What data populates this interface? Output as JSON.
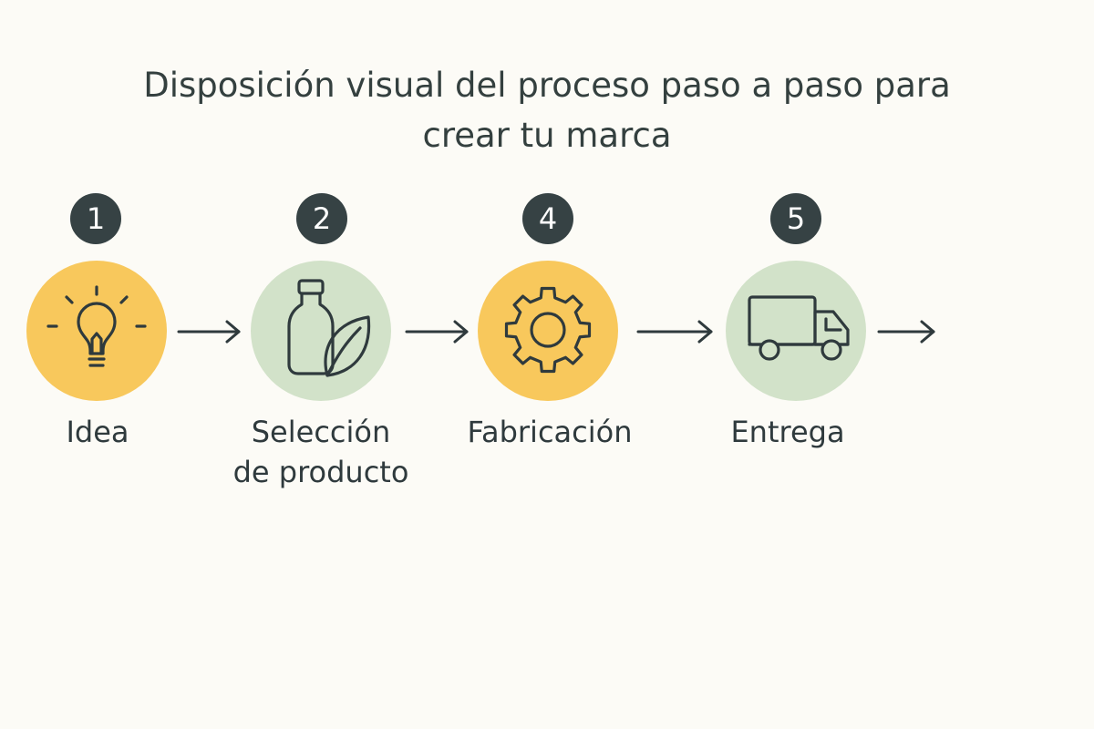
{
  "title": {
    "line1": "Disposición visual del proceso paso a paso para",
    "line2": "crear tu marca"
  },
  "colors": {
    "background": "#fcfbf6",
    "yellow": "#f8c85c",
    "green": "#d2e2c9",
    "dark": "#364244",
    "stroke": "#2f3a3d"
  },
  "steps": [
    {
      "number": "1",
      "label_lines": [
        "Idea"
      ],
      "icon": "lightbulb-icon",
      "color": "yellow"
    },
    {
      "number": "2",
      "label_lines": [
        "Selección",
        "de producto"
      ],
      "icon": "bottle-leaf-icon",
      "color": "green"
    },
    {
      "number": "4",
      "label_lines": [
        "Fabricación"
      ],
      "icon": "gear-icon",
      "color": "yellow"
    },
    {
      "number": "5",
      "label_lines": [
        "Entrega"
      ],
      "icon": "truck-icon",
      "color": "green"
    }
  ]
}
